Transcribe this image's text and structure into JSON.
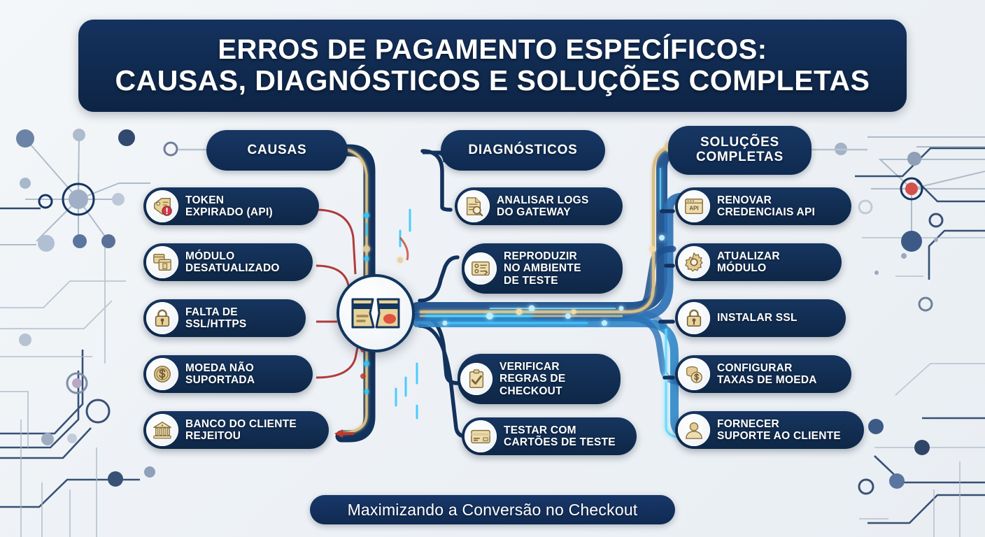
{
  "title": {
    "line1": "ERROS DE PAGAMENTO ESPECÍFICOS:",
    "line2": "CAUSAS, DIAGNÓSTICOS E SOLUÇÕES COMPLETAS"
  },
  "columns": {
    "causas": {
      "header": "CAUSAS",
      "items": [
        {
          "label": "TOKEN\nEXPIRADO (API)",
          "icon": "tag-alert-icon"
        },
        {
          "label": "MÓDULO\nDESATUALIZADO",
          "icon": "module-box-icon"
        },
        {
          "label": "FALTA DE\nSSL/HTTPS",
          "icon": "padlock-icon"
        },
        {
          "label": "MOEDA NÃO\nSUPORTADA",
          "icon": "coin-dollar-icon"
        },
        {
          "label": "BANCO DO CLIENTE\nREJEITOU",
          "icon": "bank-icon"
        }
      ]
    },
    "diagnosticos": {
      "header": "DIAGNÓSTICOS",
      "items": [
        {
          "label": "ANALISAR LOGS\nDO GATEWAY",
          "icon": "document-search-icon"
        },
        {
          "label": "REPRODUZIR\nNO AMBIENTE\nDE TESTE",
          "icon": "test-panel-icon"
        },
        {
          "label": "VERIFICAR\nREGRAS DE\nCHECKOUT",
          "icon": "clipboard-check-icon"
        },
        {
          "label": "TESTAR COM\nCARTÕES DE TESTE",
          "icon": "credit-card-icon"
        }
      ]
    },
    "solucoes": {
      "header_line1": "SOLUÇÕES",
      "header_line2": "COMPLETAS",
      "items": [
        {
          "label": "RENOVAR\nCREDENCIAIS API",
          "icon": "api-window-icon"
        },
        {
          "label": "ATUALIZAR\nMÓDULO",
          "icon": "gear-icon"
        },
        {
          "label": "INSTALAR SSL",
          "icon": "padlock-icon"
        },
        {
          "label": "CONFIGURAR\nTAXAS DE MOEDA",
          "icon": "coin-stack-icon"
        },
        {
          "label": "FORNECER\nSUPORTE AO CLIENTE",
          "icon": "user-support-icon"
        }
      ]
    }
  },
  "hub": {
    "icon": "broken-credit-card-icon"
  },
  "caption": "Maximizando a Conversão no Checkout",
  "colors": {
    "navy_dark": "#0d2445",
    "navy": "#16355f",
    "gold": "#d9bf86",
    "cyan_glow": "#2fc6ff",
    "red_accent": "#c0392b",
    "page_bg": "#eef2f6",
    "text_white": "#ffffff"
  }
}
